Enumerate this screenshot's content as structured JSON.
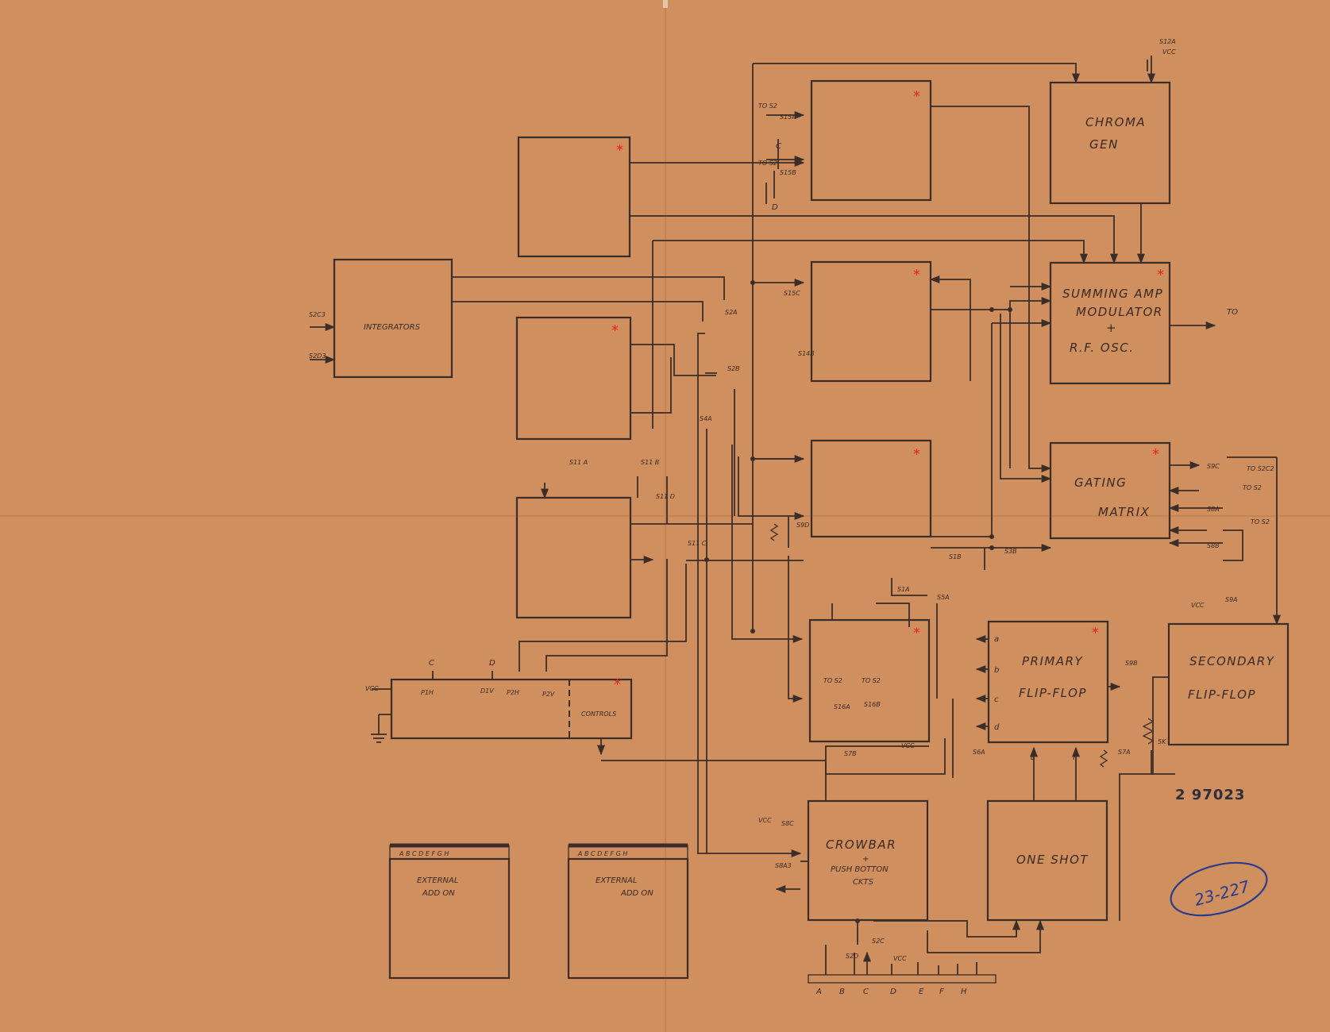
{
  "colors": {
    "paper": "#cf8f5e",
    "ink": "#3b2d28",
    "star_marker": "#e0261c",
    "ink_blue": "#2b3c8c"
  },
  "blocks": {
    "chroma_gen": {
      "line1": "CHROMA",
      "line2": "GEN"
    },
    "summing_amp": {
      "line1": "SUMMING AMP",
      "line2": "MODULATOR",
      "line3": "+",
      "line4": "R.F. OSC.",
      "output": "TO"
    },
    "gating_matrix": {
      "line1": "GATING",
      "line2": "MATRIX"
    },
    "integrators": {
      "label": "INTEGRATORS",
      "input1": "S2C3",
      "input2": "S2D3"
    },
    "primary_ff": {
      "line1": "PRIMARY",
      "line2": "FLIP-FLOP"
    },
    "secondary_ff": {
      "line1": "SECONDARY",
      "line2": "FLIP-FLOP"
    },
    "crowbar": {
      "line1": "CROWBAR",
      "line2": "+",
      "line3": "PUSH BOTTON",
      "line4": "CKTS"
    },
    "one_shot": {
      "label": "ONE SHOT"
    },
    "controls": {
      "label": "CONTROLS",
      "vcc": "VCC",
      "pins": [
        "P1H",
        "D1V",
        "P2H",
        "P2V"
      ],
      "top_c": "C",
      "top_d": "D"
    },
    "ext1": {
      "line1": "EXTERNAL",
      "line2": "ADD ON",
      "connector": "A B C D E F G H"
    },
    "ext2": {
      "line1": "EXTERNAL",
      "line2": "ADD ON",
      "connector": "A B C D E F G H"
    }
  },
  "switches": {
    "s12a": "S12A",
    "s15a": "S15A",
    "s15b": "S15B",
    "s15c": "S15C",
    "s14b": "S14B",
    "s2a": "S2A",
    "s2b": "S2B",
    "s4a": "S4A",
    "s11a": "S11 A",
    "s11b": "S11 B",
    "s11d": "S11 D",
    "s11c": "S11 C",
    "s9d": "S9D",
    "s1b": "S1B",
    "s3b": "S3B",
    "s9c": "S9C",
    "s8a": "S8A",
    "s8b": "S8B",
    "s9a": "S9A",
    "s1a": "S1A",
    "s5a": "S5A",
    "s16a": "S16A",
    "s16b": "S16B",
    "s7b": "S7B",
    "s6a": "S6A",
    "s7a": "S7A",
    "s9b": "S9B",
    "s8c": "S8C",
    "s8a3": "S8A3",
    "s2d": "S2D",
    "s2c": "S2C"
  },
  "annotations": {
    "to_s2": "TO S2",
    "to_s2c2": "TO S2C2",
    "vcc": "VCC",
    "letter_c": "C",
    "letter_d": "D",
    "resistor_5k": "5K",
    "ff_pins": [
      "a",
      "b",
      "c",
      "d"
    ],
    "ff_e": "E",
    "ff_f": "F"
  },
  "bottom_connector": {
    "pins": [
      "A",
      "B",
      "C",
      "D",
      "E",
      "F",
      "H"
    ],
    "vcc": "VCC"
  },
  "doc_number": "2 97023",
  "handwritten_id": "23-227"
}
